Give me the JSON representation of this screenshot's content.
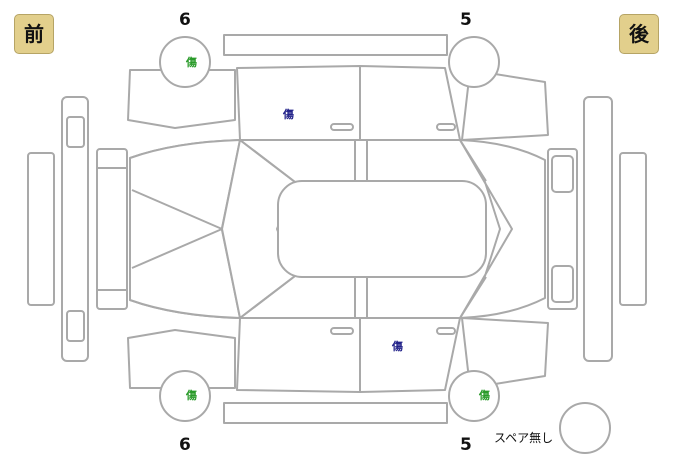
{
  "badges": {
    "front": "前",
    "rear": "後"
  },
  "tire_labels": {
    "front_top": "6",
    "rear_top": "5",
    "front_bottom": "6",
    "rear_bottom": "5"
  },
  "damage_mark": "傷",
  "spare_label": "スペア無し",
  "colors": {
    "badge": "#e2cf8c",
    "outline": "#a9a9a9",
    "tire_mark": "#2a9b2a",
    "body_mark": "#23238a"
  }
}
